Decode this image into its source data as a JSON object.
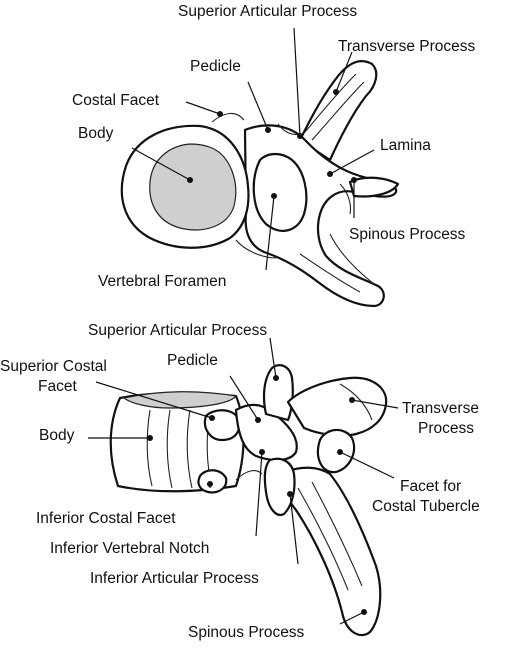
{
  "superior_view": {
    "labels": {
      "superior_articular_process": "Superior Articular Process",
      "transverse_process": "Transverse Process",
      "pedicle": "Pedicle",
      "costal_facet": "Costal Facet",
      "body": "Body",
      "lamina": "Lamina",
      "spinous_process": "Spinous Process",
      "vertebral_foramen": "Vertebral Foramen"
    }
  },
  "lateral_view": {
    "labels": {
      "superior_articular_process": "Superior Articular Process",
      "superior_costal_facet_line1": "Superior Costal",
      "superior_costal_facet_line2": "Facet",
      "pedicle": "Pedicle",
      "body": "Body",
      "transverse_process_line1": "Transverse",
      "transverse_process_line2": "Process",
      "facet_costal_tubercle_line1": "Facet for",
      "facet_costal_tubercle_line2": "Costal Tubercle",
      "inferior_costal_facet": "Inferior Costal Facet",
      "inferior_vertebral_notch": "Inferior Vertebral Notch",
      "inferior_articular_process": "Inferior Articular Process",
      "spinous_process": "Spinous Process"
    }
  }
}
